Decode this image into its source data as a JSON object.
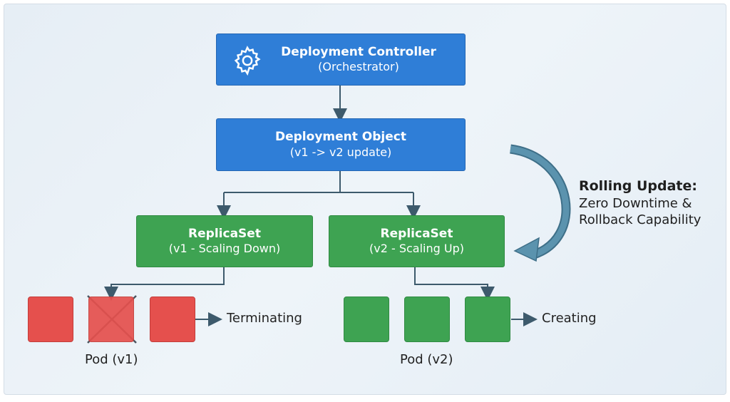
{
  "controller": {
    "title": "Deployment Controller",
    "subtitle": "(Orchestrator)",
    "icon": "gear-icon"
  },
  "deployment": {
    "title": "Deployment Object",
    "subtitle": "(v1 -> v2 update)"
  },
  "replicasets": [
    {
      "title": "ReplicaSet",
      "subtitle": "(v1 - Scaling Down)"
    },
    {
      "title": "ReplicaSet",
      "subtitle": "(v2 - Scaling Up)"
    }
  ],
  "pods_v1": {
    "label": "Pod (v1)",
    "status": "Terminating",
    "count": 3,
    "terminated_index": 1
  },
  "pods_v2": {
    "label": "Pod (v2)",
    "status": "Creating",
    "count": 3
  },
  "rolling_update": {
    "heading": "Rolling Update:",
    "line1": "Zero Downtime &",
    "line2": "Rollback Capability"
  },
  "colors": {
    "blue": "#2f7ed7",
    "green": "#3ea352",
    "red": "#e5504d",
    "arrow": "#3d5a6c",
    "curve_arrow": "#4d8aa6"
  }
}
